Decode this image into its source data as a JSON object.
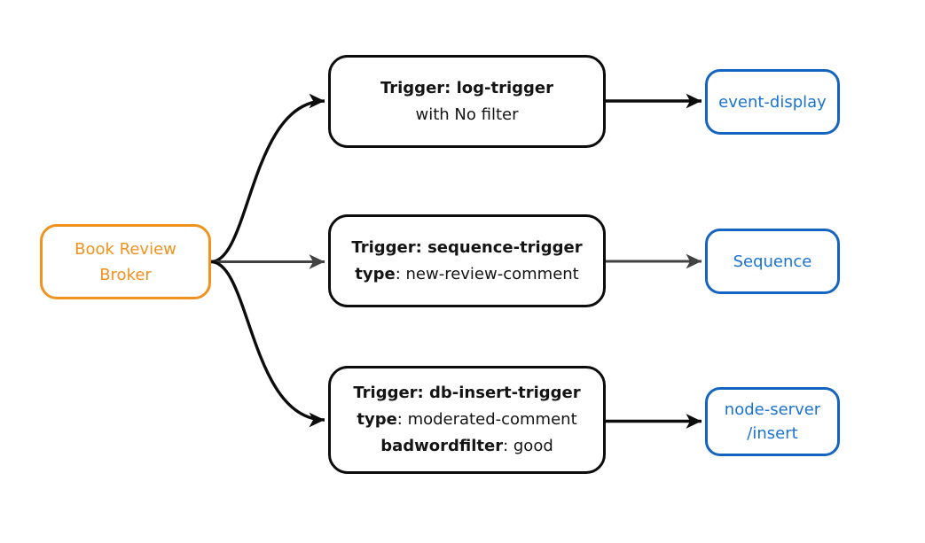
{
  "colors": {
    "orange": "#f0921e",
    "blue-border": "#1565c0",
    "blue-text": "#1a73d2",
    "edge-black": "#0c0c0c",
    "edge-gray": "#424242",
    "text-dark": "#141414"
  },
  "broker": {
    "label": "Book Review\nBroker"
  },
  "triggers": [
    {
      "lines": [
        {
          "bold": "Trigger: log-trigger",
          "rest": ""
        },
        {
          "bold": "",
          "rest": "with No filter"
        }
      ]
    },
    {
      "lines": [
        {
          "bold": "Trigger: sequence-trigger",
          "rest": ""
        },
        {
          "bold": "type",
          "rest": ": new-review-comment"
        }
      ]
    },
    {
      "lines": [
        {
          "bold": "Trigger: db-insert-trigger",
          "rest": ""
        },
        {
          "bold": "type",
          "rest": ": moderated-comment"
        },
        {
          "bold": "badwordfilter",
          "rest": ": good"
        }
      ]
    }
  ],
  "sinks": [
    {
      "label": "event-display"
    },
    {
      "label": "Sequence"
    },
    {
      "label": "node-server\n/insert"
    }
  ]
}
